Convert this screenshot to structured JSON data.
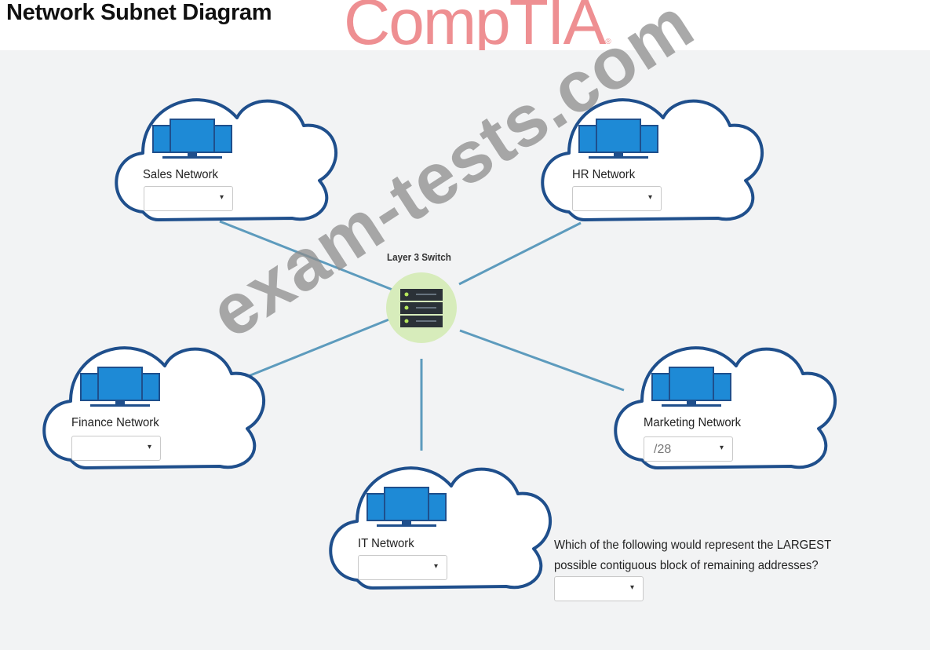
{
  "header": {
    "title": "Network Subnet Diagram",
    "logo_text": "CompTIA",
    "logo_mark": "®"
  },
  "colors": {
    "cloud_stroke": "#1f4f8c",
    "monitor_blue": "#1e8ad6",
    "link_line": "#5d9bbd",
    "switch_glow": "#d7ecbb",
    "logo": "#ee8f92",
    "background": "#f2f3f4"
  },
  "switch": {
    "label": "Layer 3 Switch",
    "icon": "server-rack-icon"
  },
  "networks": {
    "sales": {
      "label": "Sales Network",
      "selected": ""
    },
    "hr": {
      "label": "HR Network",
      "selected": ""
    },
    "finance": {
      "label": "Finance Network",
      "selected": ""
    },
    "marketing": {
      "label": "Marketing Network",
      "selected": "/28"
    },
    "it": {
      "label": "IT Network",
      "selected": ""
    }
  },
  "question": {
    "text": "Which of the following would represent the LARGEST possible contiguous block of remaining addresses?",
    "selected": ""
  },
  "watermark": "exam-tests.com",
  "icons": {
    "caret": "▾",
    "monitor": "computer-monitors-icon"
  }
}
